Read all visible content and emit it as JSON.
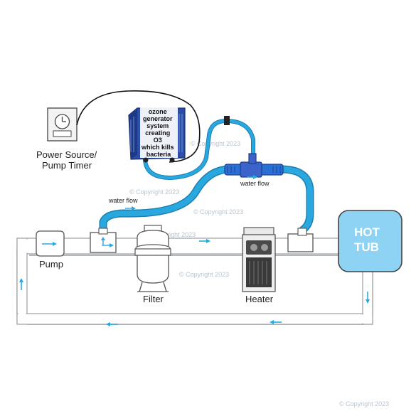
{
  "labels": {
    "power_source_line1": "Power Source/",
    "power_source_line2": "Pump Timer",
    "pump": "Pump",
    "filter": "Filter",
    "heater": "Heater",
    "hot_tub_line1": "HOT",
    "hot_tub_line2": "TUB",
    "water_flow_left": "water flow",
    "water_flow_right": "water flow"
  },
  "ozone_generator": {
    "lines": [
      "ozone",
      "generator",
      "system",
      "creating",
      "O3",
      "which kills",
      "bacteria"
    ]
  },
  "watermarks": {
    "copyright": "© Copyright 2023",
    "footer": "© Copyright 2023"
  },
  "colors": {
    "hose": "#29a8e0",
    "hose_dark": "#1d7fb0",
    "pipe_fill": "#ffffff",
    "pipe_stroke": "#9aa0a6",
    "hot_tub_fill": "#8fd3f4",
    "arrow": "#29a8e0",
    "ozone_blue": "#2b4fa8"
  },
  "icons": [
    "clock-icon",
    "pump-icon",
    "filter-icon",
    "heater-icon",
    "venturi-injector-icon"
  ]
}
